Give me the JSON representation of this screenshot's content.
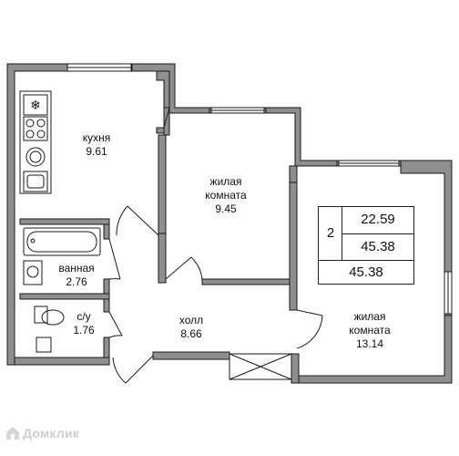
{
  "rooms": {
    "kitchen": {
      "name": "кухня",
      "area": "9.61"
    },
    "bedroom1": {
      "name_line1": "жилая",
      "name_line2": "комната",
      "area": "9.45"
    },
    "bathroom": {
      "name": "ванная",
      "area": "2.76"
    },
    "toilet": {
      "name": "с/у",
      "area": "1.76"
    },
    "hall": {
      "name": "холл",
      "area": "8.66"
    },
    "bedroom2": {
      "name_line1": "жилая",
      "name_line2": "комната",
      "area": "13.14"
    }
  },
  "summary": {
    "rooms_count": "2",
    "living_area": "22.59",
    "total_area": "45.38",
    "total_area_with_balcony": "45.38"
  },
  "watermark": "Домклик",
  "colors": {
    "wall": "#8f8f8f",
    "wall_outline": "#1a1a1a",
    "background": "#ffffff"
  }
}
